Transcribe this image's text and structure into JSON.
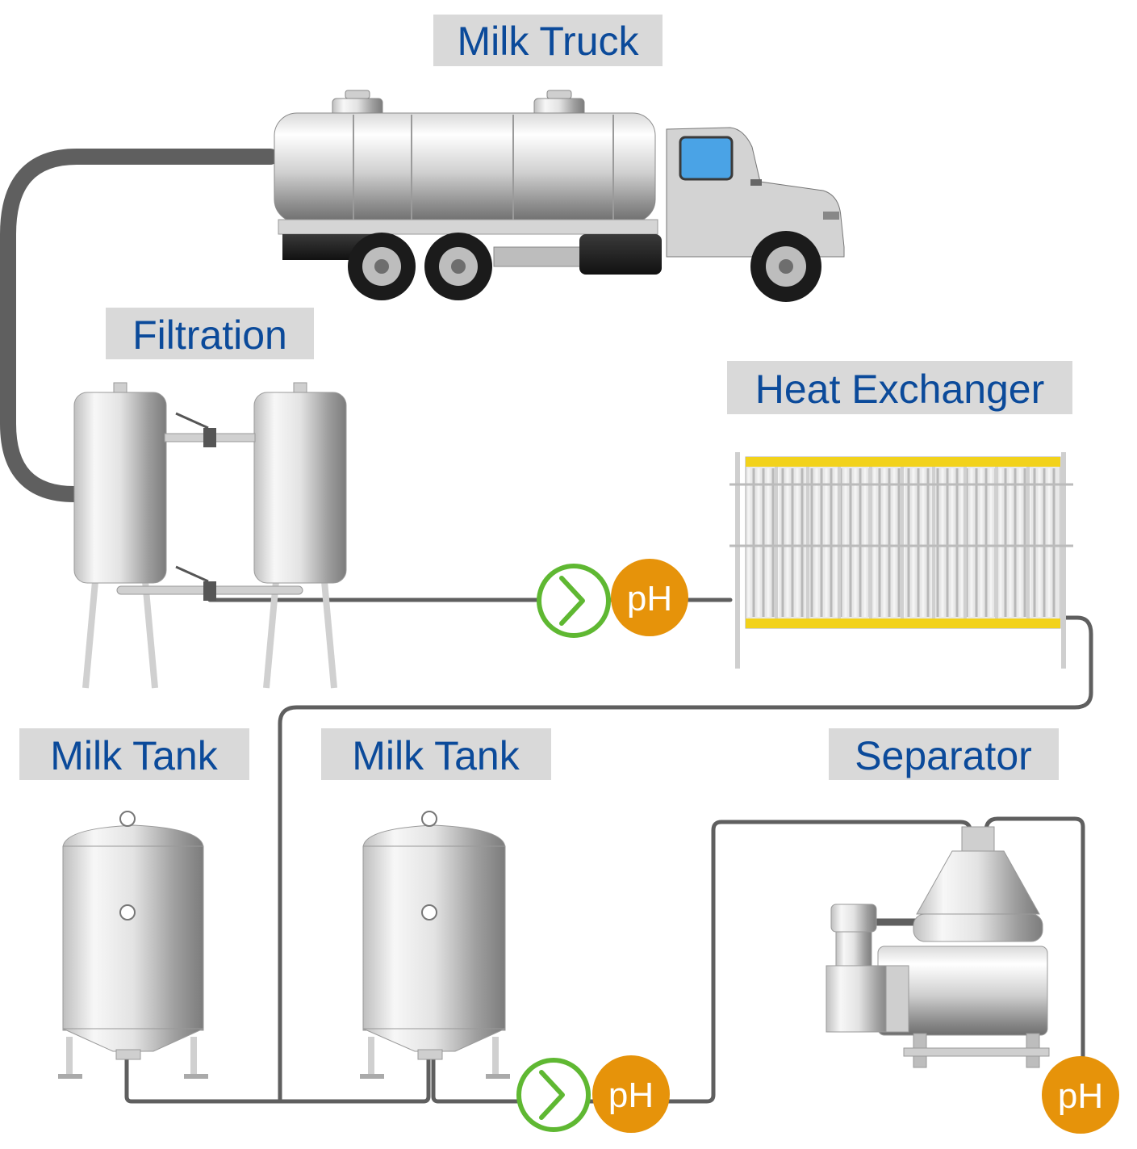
{
  "labels": {
    "milk_truck": "Milk Truck",
    "filtration": "Filtration",
    "heat_exchanger": "Heat Exchanger",
    "milk_tank_1": "Milk Tank",
    "milk_tank_2": "Milk Tank",
    "separator": "Separator"
  },
  "sensors": {
    "ph_1": "pH",
    "ph_2": "pH",
    "ph_3": "pH"
  },
  "colors": {
    "label_text": "#0b4a9a",
    "label_background": "#d9d9d9",
    "pipe": "#5f5f5f",
    "ph_badge": "#e6930a",
    "flow_indicator": "#5fb832",
    "heat_exchanger_bars": "#f2d21b"
  },
  "icons": {
    "truck": "milk-tanker-truck-icon",
    "flow": "flow-chevron-icon"
  }
}
